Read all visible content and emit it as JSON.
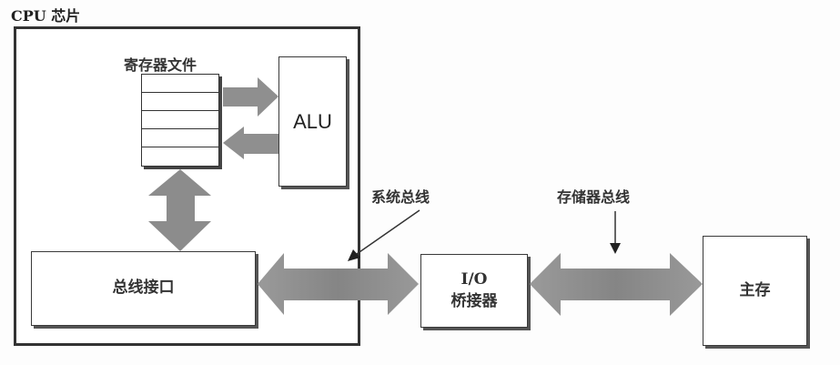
{
  "diagram": {
    "cpu_chip": {
      "title": "CPU 芯片"
    },
    "register_file": {
      "label": "寄存器文件",
      "rows": 5
    },
    "alu": {
      "label": "ALU"
    },
    "bus_interface": {
      "label": "总线接口"
    },
    "io_bridge": {
      "line1": "I/O",
      "line2": "桥接器"
    },
    "main_memory": {
      "label": "主存"
    },
    "system_bus": {
      "label": "系统总线"
    },
    "memory_bus": {
      "label": "存储器总线"
    },
    "colors": {
      "arrow": "#8c8c8c",
      "border": "#333333",
      "background": "#fdfdfd"
    }
  }
}
